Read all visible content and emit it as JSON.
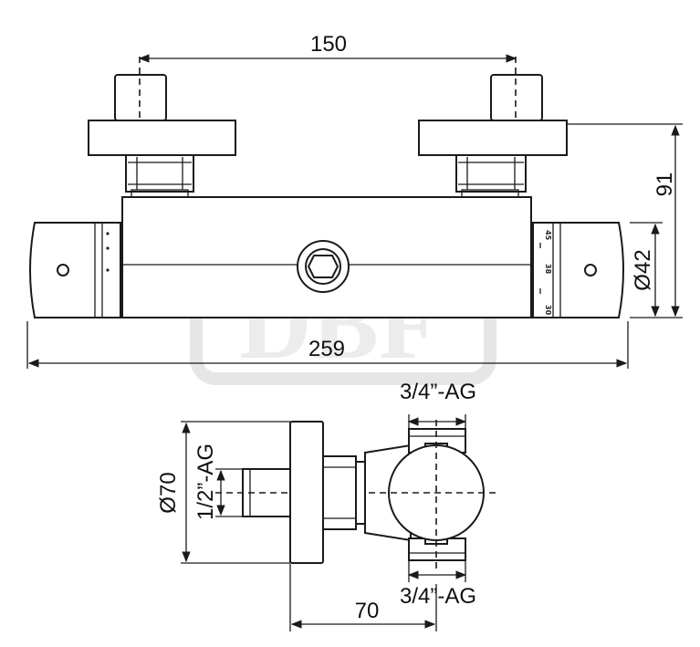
{
  "dimensions": {
    "spacing": "150",
    "height": "91",
    "diameter_body": "Ø42",
    "length": "259",
    "outlet_top": "3/4”-AG",
    "outlet_bottom": "3/4”-AG",
    "diameter_rosette": "Ø70",
    "inlet": "1/2”-AG",
    "depth": "70"
  },
  "scale_marks": [
    "45",
    "38",
    "30"
  ],
  "watermark": {
    "text": "DBF",
    "registered": "®"
  }
}
